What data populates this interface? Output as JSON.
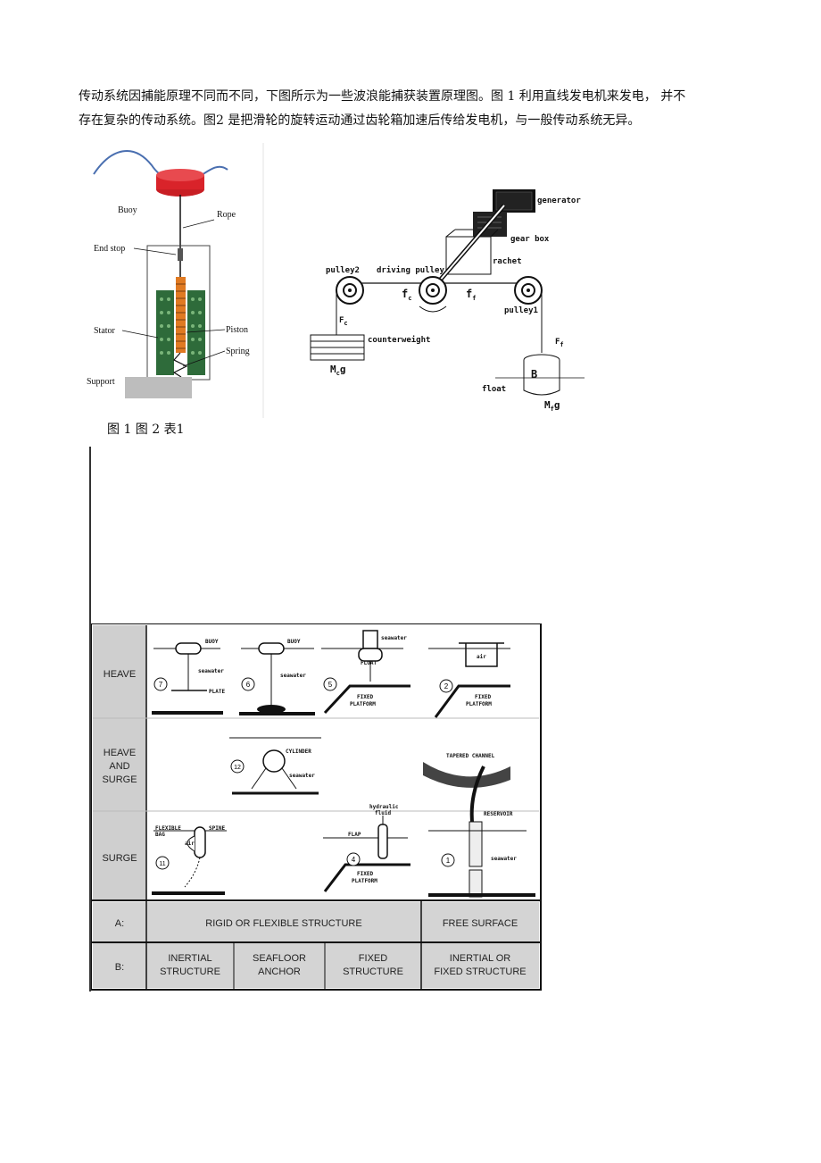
{
  "paragraph": {
    "line1": "传动系统因捕能原理不同而不同，下图所示为一些波浪能捕获装置原理图。图 1 利用直线发电机来发电， 并不",
    "line2": "存在复杂的传动系统。图2 是把滑轮的旋转运动通过齿轮箱加速后传给发电机，与一般传动系统无异。"
  },
  "fig1": {
    "labels": {
      "buoy": "Buoy",
      "rope": "Rope",
      "end_stop": "End stop",
      "stator": "Stator",
      "piston": "Piston",
      "spring": "Spring",
      "support": "Support"
    },
    "colors": {
      "buoy": "#d9232a",
      "stator": "#2e6b3a",
      "piston": "#e07a22",
      "support": "#bdbdbd"
    }
  },
  "fig2": {
    "labels": {
      "generator": "generator",
      "gear_box": "gear box",
      "rachet": "rachet",
      "pulley2": "pulley2",
      "driving_pulley": "driving pulley",
      "pulley1": "pulley1",
      "counterweight": "counterweight",
      "float": "float",
      "B": "B",
      "fc": "f",
      "fc_sub": "c",
      "ff": "f",
      "ff_sub": "f",
      "Fc": "F",
      "Fc_sub": "c",
      "Ff": "F",
      "Ff_sub": "f",
      "mcg": "M",
      "mcg_sub": "c",
      "mcg_tail": "g",
      "mfg": "M",
      "mfg_sub": "f",
      "mfg_tail": "g"
    }
  },
  "caption": "图 1 图 2 表1",
  "table": {
    "row_heads": {
      "heave": "HEAVE",
      "heave_surge_1": "HEAVE",
      "heave_surge_2": "AND",
      "heave_surge_3": "SURGE",
      "surge": "SURGE"
    },
    "row_a": {
      "head": "A:",
      "rigid": "RIGID OR FLEXIBLE STRUCTURE",
      "free": "FREE SURFACE"
    },
    "row_b": {
      "head": "B:",
      "c1a": "INERTIAL",
      "c1b": "STRUCTURE",
      "c2a": "SEAFLOOR",
      "c2b": "ANCHOR",
      "c3a": "FIXED",
      "c3b": "STRUCTURE",
      "c4a": "INERTIAL OR",
      "c4b": "FIXED STRUCTURE"
    },
    "cells": {
      "n7": "7",
      "n6": "6",
      "n5": "5",
      "n2": "2",
      "n12": "12",
      "n11": "11",
      "n4": "4",
      "n1": "1",
      "buoy": "BUOY",
      "seawater": "seawater",
      "plate": "PLATE",
      "float": "FLOAT",
      "fixed": "FIXED",
      "platform": "PLATFORM",
      "air": "air",
      "cylinder": "CYLINDER",
      "tapered": "TAPERED CHANNEL",
      "reservoir": "RESERVOIR",
      "flexible": "FLEXIBLE",
      "bag": "BAG",
      "spine": "SPINE",
      "hydraulic": "hydraulic",
      "fluid": "fluid",
      "flap": "FLAP"
    }
  }
}
